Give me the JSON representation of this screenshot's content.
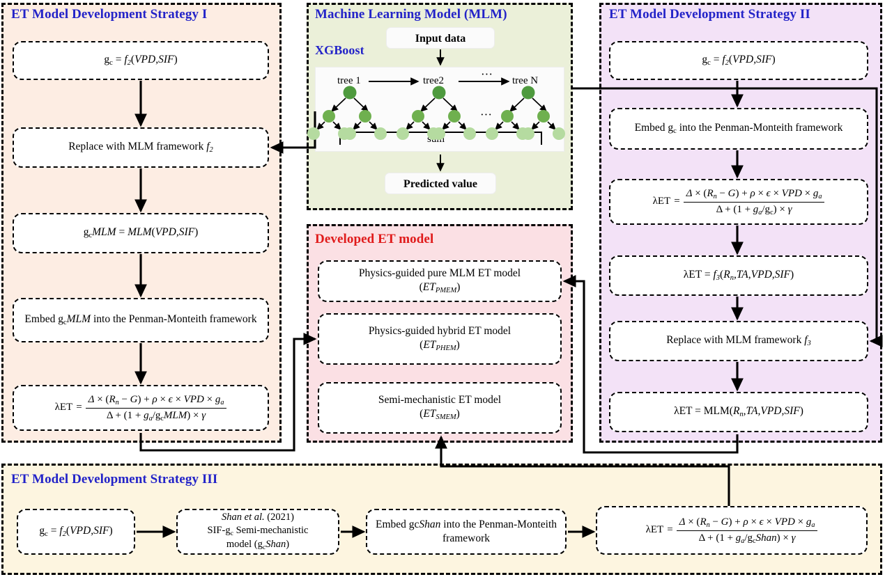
{
  "panels": {
    "strategy1": {
      "title": "ET Model Development Strategy I",
      "bg": "#fdede3",
      "title_color": "#2323c8"
    },
    "mlm": {
      "title": "Machine Learning Model (MLM)",
      "subtitle": "XGBoost",
      "bg": "#ebf0d9",
      "title_color": "#2323c8"
    },
    "strategy2": {
      "title": "ET Model Development Strategy II",
      "bg": "#f3e2f7",
      "title_color": "#2323c8"
    },
    "developed": {
      "title": "Developed ET model",
      "bg": "#fbe0e4",
      "title_color": "#e01b1b"
    },
    "strategy3": {
      "title": "ET Model Development Strategy III",
      "bg": "#fdf5e0",
      "title_color": "#2323c8"
    }
  },
  "strategy1_nodes": [
    {
      "id": "s1-gc",
      "text": "g_c = f_2(VPD, SIF)"
    },
    {
      "id": "s1-replace",
      "text": "Replace with MLM framework f_2"
    },
    {
      "id": "s1-gcmlm",
      "text": "g_cMLM = MLM(VPD, SIF)"
    },
    {
      "id": "s1-embed",
      "text": "Embed g_cMLM into the Penman-Monteith framework"
    },
    {
      "id": "s1-lambda",
      "text": "λET = [Δ × (R_n − G) + ρ × ε × VPD × g_a] / [Δ + (1 + g_a/g_cMLM) × γ]"
    }
  ],
  "strategy2_nodes": [
    {
      "id": "s2-gc",
      "text": "g_c = f_2(VPD, SIF)"
    },
    {
      "id": "s2-embed",
      "text": "Embed g_c into the Penman-Monteith framework"
    },
    {
      "id": "s2-lambda",
      "text": "λET = [Δ × (R_n − G) + ρ × ε × VPD × g_a] / [Δ + (1 + g_a/g_c) × γ]"
    },
    {
      "id": "s2-f3",
      "text": "λET = f_3(R_n, TA, VPD, SIF)"
    },
    {
      "id": "s2-replace",
      "text": "Replace with MLM framework f_3"
    },
    {
      "id": "s2-mlm",
      "text": "λET = MLM(R_n, TA, VPD, SIF)"
    }
  ],
  "strategy3_nodes": [
    {
      "id": "s3-gc",
      "text": "g_c = f_2(VPD, SIF)"
    },
    {
      "id": "s3-shan",
      "line1": "Shan et al. (2021)",
      "line2": "SIF-g_c Semi-mechanistic",
      "line3": "model (g_cShan)"
    },
    {
      "id": "s3-embed",
      "text": "Embed gcShan into the Penman-Monteith framework"
    },
    {
      "id": "s3-lambda",
      "text": "λET = [Δ × (R_n − G) + ρ × ε × VPD × g_a] / [Δ + (1 + g_a/g_cShan) × γ]"
    }
  ],
  "developed_nodes": [
    {
      "id": "dev-pmem",
      "line1": "Physics-guided pure MLM ET model",
      "line2": "(ET_PMEM)"
    },
    {
      "id": "dev-phem",
      "line1": "Physics-guided hybrid ET model",
      "line2": "(ET_PHEM)"
    },
    {
      "id": "dev-smem",
      "line1": "Semi-mechanistic ET model",
      "line2": "(ET_SMEM)"
    }
  ],
  "mlm": {
    "input_label": "Input data",
    "output_label": "Predicted value",
    "tree_labels": [
      "tree 1",
      "tree2",
      "tree N"
    ],
    "ellipsis_top": "···",
    "ellipsis_mid": "···",
    "sum_label": "sum",
    "node_colors": {
      "root": "#4e9a3e",
      "mid": "#6fb04f",
      "leaf": "#b5dba0"
    }
  },
  "formula_tokens": {
    "lambdaET": "λET",
    "eq": "=",
    "num": "Δ × (R n − G) + ρ × ϵ × VPD × g a",
    "den_mlm": "Δ + (1 + g a /g c MLM) × γ",
    "den_gc": "Δ + (1 + g a /g c ) × γ",
    "den_shan": "Δ + (1 + g a /g c Shan) × γ"
  }
}
